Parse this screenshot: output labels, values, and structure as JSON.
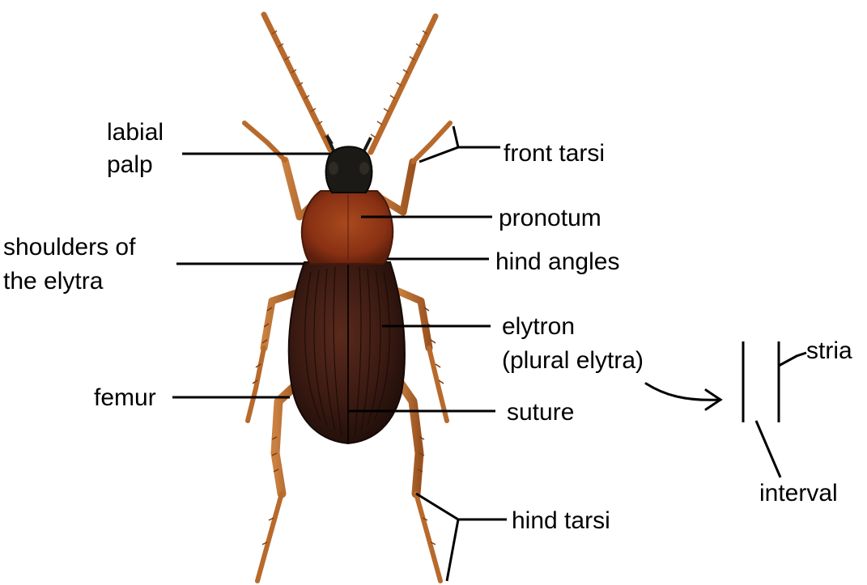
{
  "labels": {
    "labial_palp_line1": "labial",
    "labial_palp_line2": "palp",
    "front_tarsi": "front tarsi",
    "pronotum": "pronotum",
    "shoulders_line1": "shoulders of",
    "shoulders_line2": "the elytra",
    "hind_angles": "hind angles",
    "elytron_line1": "elytron",
    "elytron_line2": "(plural elytra)",
    "femur": "femur",
    "suture": "suture",
    "stria": "stria",
    "interval": "interval",
    "hind_tarsi": "hind tarsi"
  },
  "colors": {
    "background": "#ffffff",
    "ink": "#000000",
    "elytra": "#3a1a12",
    "pronotum": "#8a3114",
    "head": "#1c1a16",
    "legs": "#b86a2c"
  },
  "icons": {
    "specimen": "ground-beetle-photo",
    "arrow": "curved-arrow-icon"
  }
}
